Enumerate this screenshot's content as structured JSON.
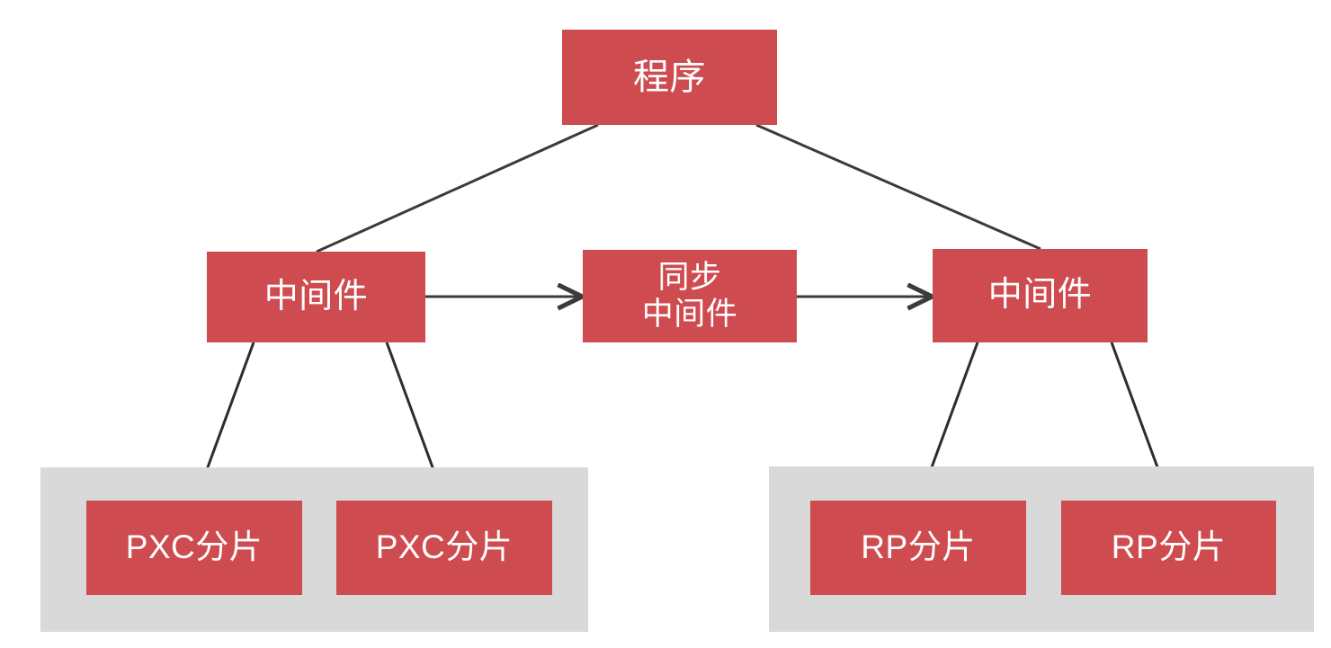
{
  "diagram": {
    "title": "",
    "colors": {
      "node_fill": "#CE4B4F",
      "node_text": "#FFFFFF",
      "group_fill": "#D9D9D9",
      "edge_stroke": "#3B3B3B",
      "background": "#FFFFFF"
    },
    "nodes": [
      {
        "id": "program",
        "label": "程序"
      },
      {
        "id": "mw_left",
        "label": "中间件"
      },
      {
        "id": "mw_sync",
        "label": "同步\n中间件"
      },
      {
        "id": "mw_right",
        "label": "中间件"
      },
      {
        "id": "shard_pxc_1",
        "label": "PXC分片"
      },
      {
        "id": "shard_pxc_2",
        "label": "PXC分片"
      },
      {
        "id": "shard_rp_1",
        "label": "RP分片"
      },
      {
        "id": "shard_rp_2",
        "label": "RP分片"
      }
    ],
    "groups": [
      {
        "id": "group_left",
        "label": ""
      },
      {
        "id": "group_right",
        "label": ""
      }
    ],
    "edges": [
      {
        "from": "program",
        "to": "mw_left",
        "type": "line"
      },
      {
        "from": "program",
        "to": "mw_right",
        "type": "line"
      },
      {
        "from": "mw_left",
        "to": "mw_sync",
        "type": "arrow"
      },
      {
        "from": "mw_sync",
        "to": "mw_right",
        "type": "arrow"
      },
      {
        "from": "mw_left",
        "to": "shard_pxc_1",
        "type": "line"
      },
      {
        "from": "mw_left",
        "to": "shard_pxc_2",
        "type": "line"
      },
      {
        "from": "mw_right",
        "to": "shard_rp_1",
        "type": "line"
      },
      {
        "from": "mw_right",
        "to": "shard_rp_2",
        "type": "line"
      }
    ]
  }
}
